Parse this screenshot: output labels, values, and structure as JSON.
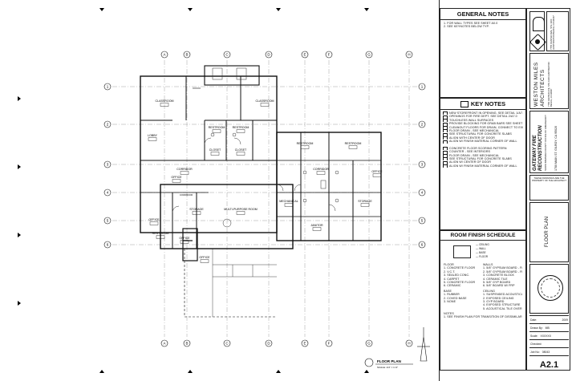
{
  "general_notes": {
    "title": "GENERAL NOTES",
    "lines": [
      "1. FOR WALL TYPES SEE SHEET A0.0",
      "2. SEE KEYNOTES BELOW TYP."
    ]
  },
  "key_notes": {
    "title": "KEY NOTES",
    "lines": [
      "NEW STOREFRONT IN OPENING, SEE DETAIL 1/A7.0, TYP.",
      "OPENINGS FOR FIRE DEPT. SEE DETAIL 2/A7.0",
      "TOUCHLESS WALL SURFACES",
      "PROVIDE BLOCKING FOR GRAB BARS SEE SHEET A0.0",
      "CLEANOUT FLOORS FOR DRAIN, CONNECT TO EXIST. LINE",
      "FLOOR DRAIN - SEE MECHANICAL",
      "SEE STRUCTURAL FOR CONCRETE SLABS",
      "ALIGN WITH CENTER OF DOOR",
      "ALIGN W/ FINISH MATERIAL CORNER OF WALL",
      "",
      "CONCRETE FLOOR SCORING PATTERN",
      "COUNTER - SEE INTERIORS",
      "FLOOR DRAIN - SEE MECHANICAL",
      "SEE STRUCTURAL FOR CONCRETE SLABS",
      "ALIGN W/ CENTER OF DOOR",
      "ALIGN W/ FINISH MATERIAL CORNER OF WALL"
    ]
  },
  "room_finish": {
    "title": "ROOM FINISH SCHEDULE",
    "key_labels": [
      "CEILING",
      "WALL",
      "BASE",
      "FLOOR"
    ],
    "floor_title": "FLOOR",
    "floor_items": [
      "1. CONCRETE FLOOR",
      "2. V.C.T.",
      "3. SEALED CONC.",
      "4. CARPET",
      "5. CONCRETE FLOOR",
      "6. CERAMIC"
    ],
    "walls_title": "WALLS",
    "walls_items": [
      "1. 5/8\" GYPSUM BOARD - PAINT",
      "2. 5/8\" GYPSUM BOARD - FRP",
      "3. CONCRETE BLOCK",
      "4. CERAMIC TILE",
      "5. 5/8\" GYP BOARD",
      "6. 5/8\" BOARD W/ FRP"
    ],
    "base_title": "BASE",
    "base_items": [
      "1. RUBBER",
      "2. COVED BASE",
      "3. NONE"
    ],
    "ceiling_title": "CEILING",
    "ceiling_items": [
      "1. SUSPENDED ACOUSTICAL",
      "2. EXPOSED CEILING",
      "3. GYP BOARD",
      "4. EXPOSED STRUCTURE",
      "5. ACOUSTICAL TILE OVER GYP. BOARD"
    ],
    "notes_title": "NOTES",
    "notes_items": [
      "1. SEE FINISH PLAN FOR TRANSITION OF DISSIMILAR FLOOR"
    ]
  },
  "title_block": {
    "firm_name": "WESTON MILES ARCHITECTS",
    "firm_address": "7755 CENTER AVE, STE 1100 HUNTINGTON BEACH, CA 92647",
    "project_name": "GATEWAY FIRE RECONSTRUCTION",
    "project_client": "SANTA BARBARA COUNTY OFFICE OF EMERGENCY",
    "project_address": "1780 MAIN ST. GILROY, CA 95020",
    "stamp_text": "THESE DRAWINGS ARE THE PROPERTY OF THE ARCHITECT",
    "sheet_name": "FLOOR PLAN",
    "date_label": "Date:",
    "date_value": "2009",
    "drawn_label": "Drawn By:",
    "drawn_value": "MB",
    "scale_label": "Scale:",
    "scale_value": "XXXXXX",
    "checked_label": "Checked:",
    "checked_value": "",
    "job_label": "Job No:",
    "job_value": "08043",
    "sheet_number": "A2.1"
  },
  "drawing": {
    "caption": "FLOOR PLAN",
    "caption_sub": "SCALE: 1/4\" = 1'-0\"",
    "grid_columns": [
      "A",
      "B",
      "C",
      "D",
      "E",
      "F",
      "G",
      "H"
    ],
    "grid_rows": [
      "1",
      "2",
      "3",
      "4",
      "5",
      "6"
    ],
    "rooms": [
      "CLASSROOM",
      "CLASSROOM",
      "RESTROOM",
      "CLOSET",
      "RESTROOM",
      "CLOSET",
      "LOBBY",
      "CORRIDOR",
      "STORAGE",
      "MULTI-PURPOSE ROOM",
      "OFFICE",
      "OFFICE",
      "RESTROOM",
      "RESTROOM",
      "OFFICE",
      "CORRIDOR",
      "MECHANICAL",
      "JANITOR",
      "STORAGE",
      "OFFICE",
      "RESTROOM",
      "OFFICE"
    ],
    "corridor_label": "CORRIDOR"
  }
}
